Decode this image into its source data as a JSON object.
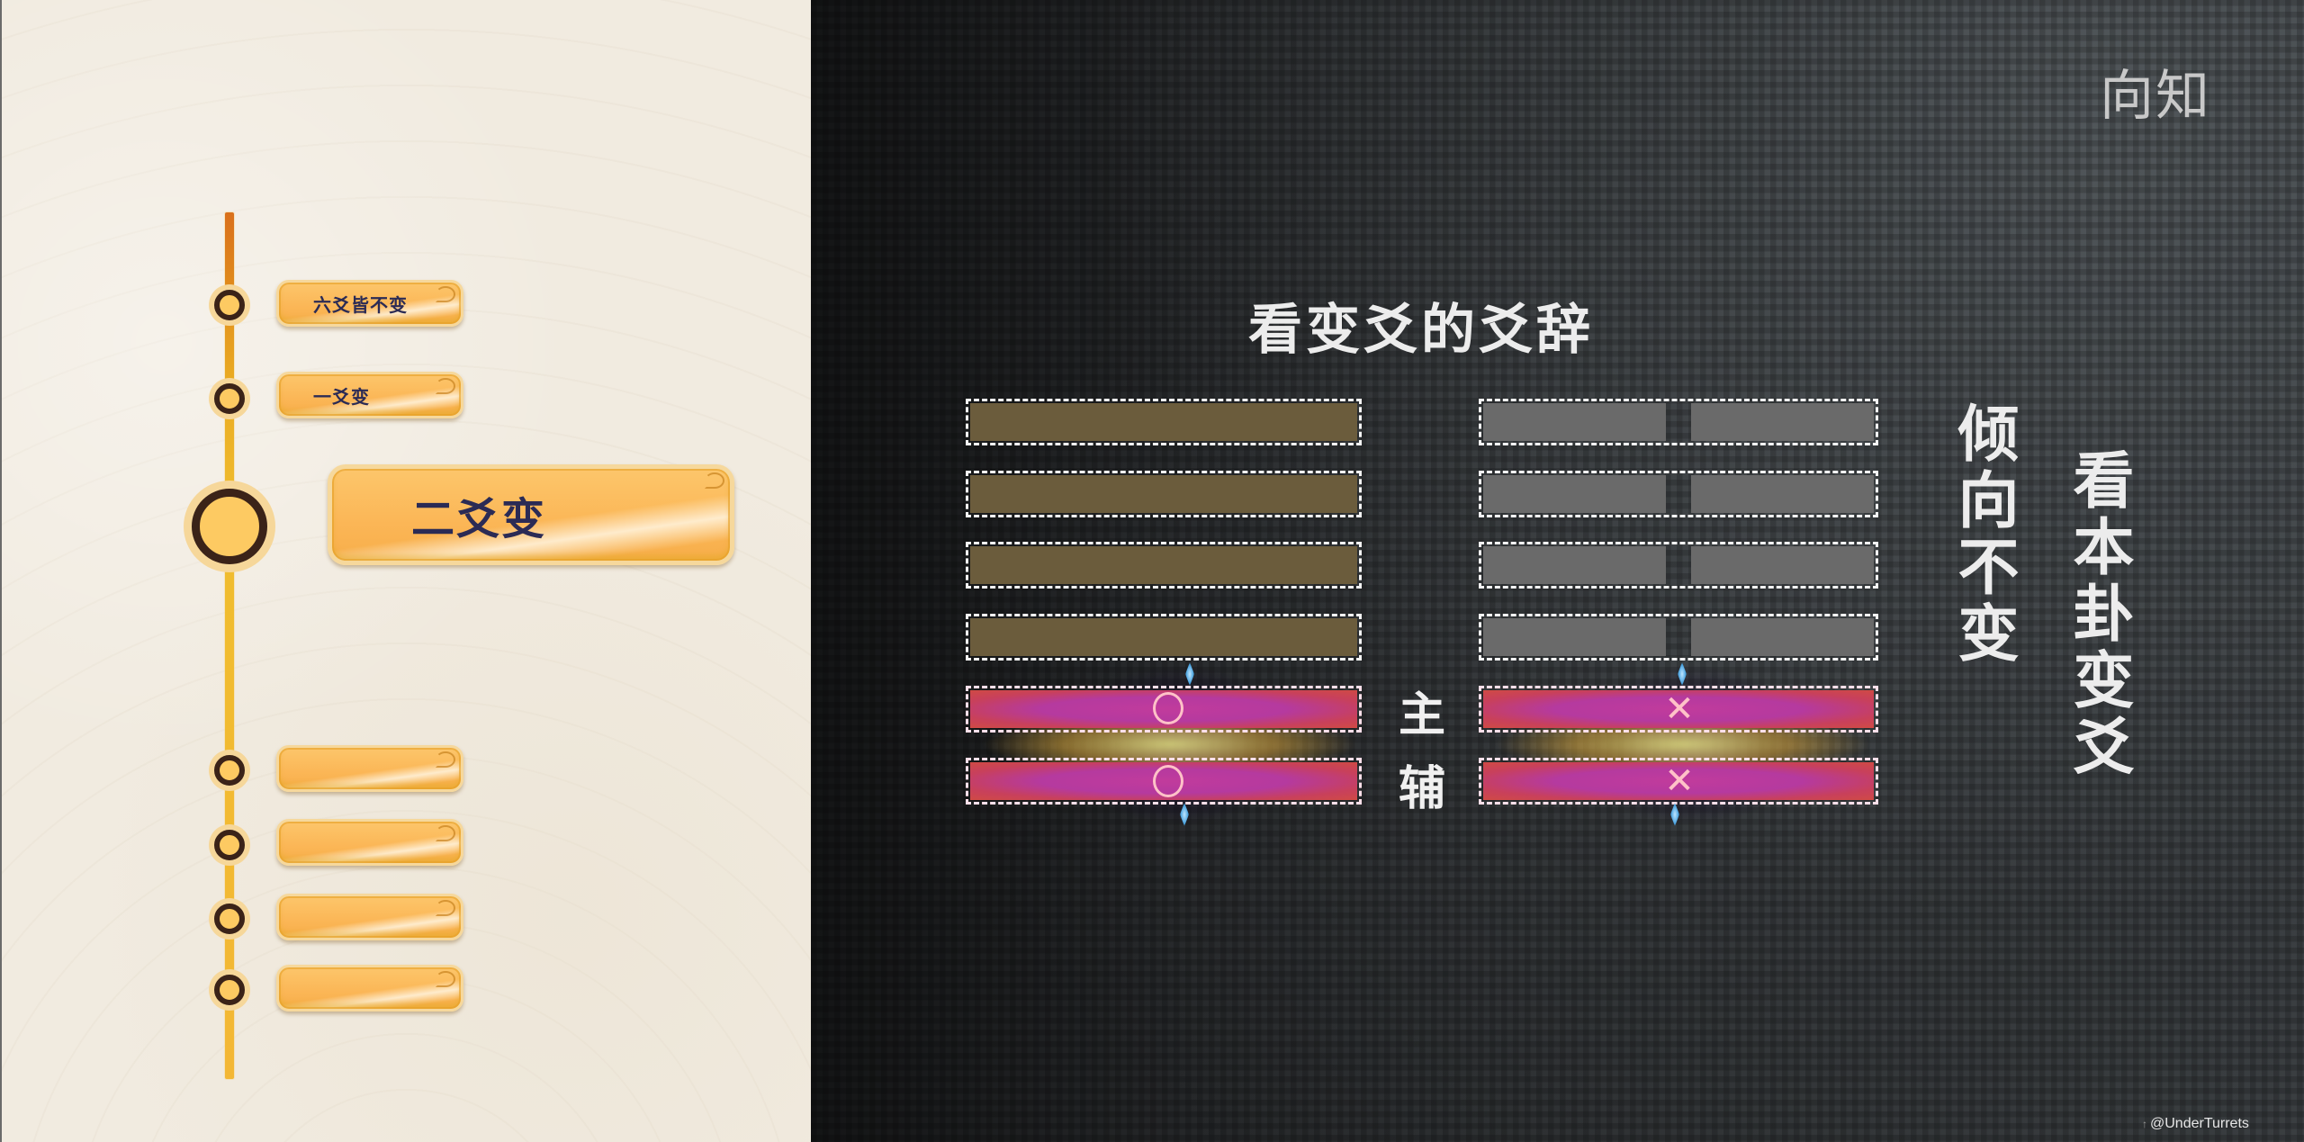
{
  "timeline": {
    "items": [
      {
        "label": "六爻皆不变",
        "active": false
      },
      {
        "label": "一爻变",
        "active": false
      },
      {
        "label": "二爻变",
        "active": true
      },
      {
        "label": "",
        "active": false
      },
      {
        "label": "",
        "active": false
      },
      {
        "label": "",
        "active": false
      },
      {
        "label": "",
        "active": false
      }
    ]
  },
  "brand": {
    "logo_text": "向知"
  },
  "diagram": {
    "heading": "看变爻的爻辞",
    "left_hexagram": {
      "lines": [
        "yang",
        "yang",
        "yang",
        "yang",
        "yang-changing",
        "yang-changing"
      ],
      "changing_marker": "circle-icon"
    },
    "right_hexagram": {
      "lines": [
        "yin",
        "yin",
        "yin",
        "yin",
        "yin-changing",
        "yin-changing"
      ],
      "changing_marker": "x-icon",
      "marker_glyph": "✕"
    },
    "labels": {
      "primary": "主",
      "secondary": "辅"
    },
    "note_left": "倾向不变",
    "note_right": "看本卦变爻"
  },
  "colors": {
    "yang_bar": "#6b5c3c",
    "yin_bar": "#6a6a6a",
    "changing_bar": "#b53a9f",
    "timeline_accent": "#f0bd2e",
    "pill_text": "#2b2b55"
  },
  "watermark": {
    "text": "@UnderTurrets"
  }
}
